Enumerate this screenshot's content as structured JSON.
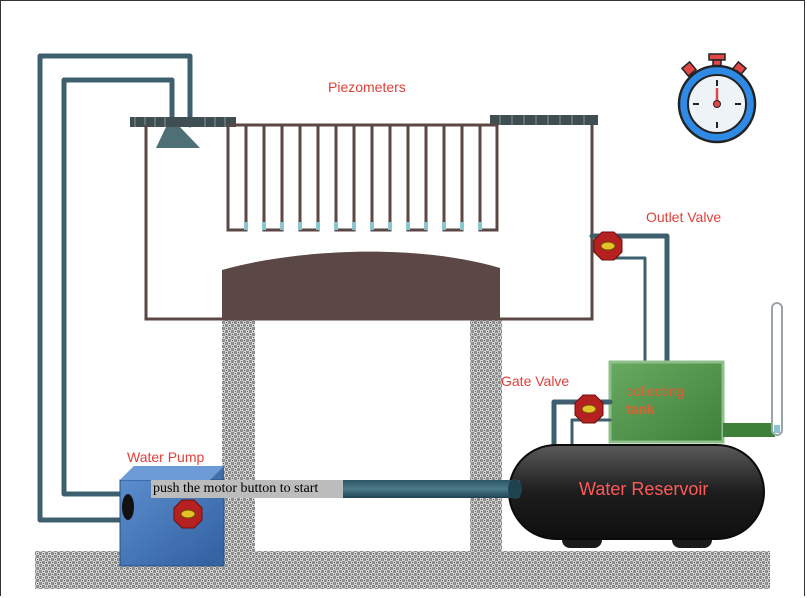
{
  "labels": {
    "piezometers": "Piezometers",
    "outlet_valve": "Outlet Valve",
    "gate_valve": "Gate Valve",
    "water_pump": "Water Pump",
    "collecting_tank_line1": "collecting",
    "collecting_tank_line2": "tank",
    "water_reservoir": "Water Reservoir"
  },
  "hint": "push the motor button to start",
  "icons": {
    "timer": "stopwatch-icon",
    "motor_button": "octagon-button-icon",
    "valve": "octagon-valve-icon"
  },
  "colors": {
    "pipe": "#3d5f6e",
    "channel": "#5b4744",
    "label": "#e0403a",
    "pump": "#3f72b7",
    "tank": "#4f944b",
    "reservoir": "#242424",
    "valve": "#b52020"
  }
}
